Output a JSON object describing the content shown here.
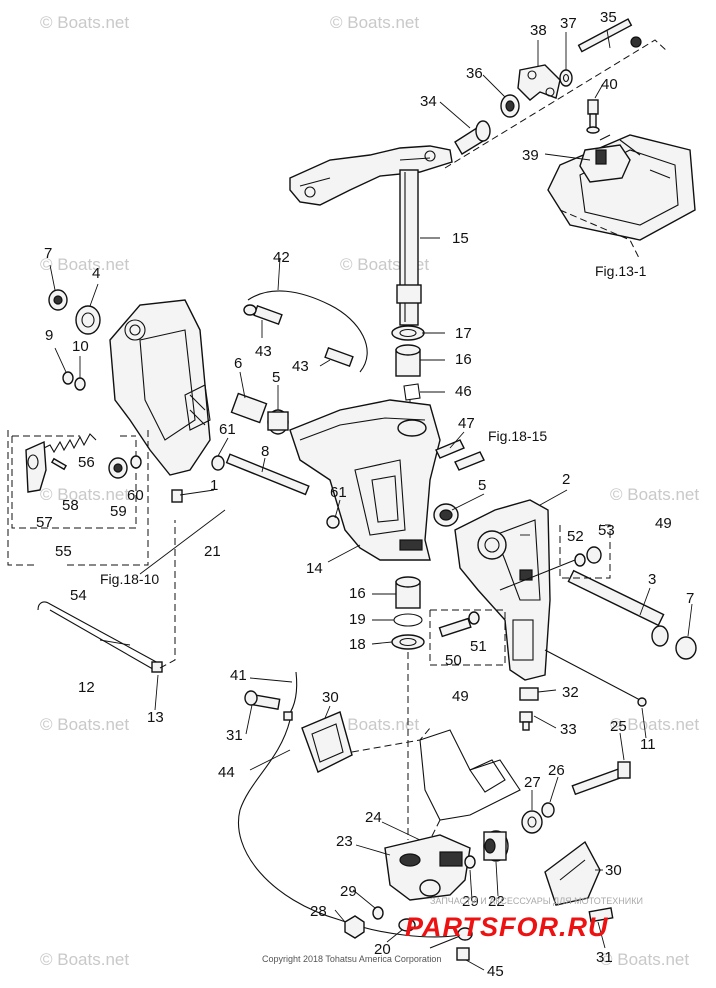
{
  "watermark": "© Boats.net",
  "copyright": "Copyright 2018 Tohatsu America Corporation",
  "brand": {
    "logo": "PARTSFOR.RU",
    "tagline": "ЗАПЧАСТИ И АКСЕССУАРЫ ДЛЯ МОТОТЕХНИКИ",
    "accent_color": "#e11111"
  },
  "references": {
    "fig_13_1": "Fig.13-1",
    "fig_18_15": "Fig.18-15",
    "fig_18_10": "Fig.18-10"
  },
  "labels": {
    "p1": "1",
    "p2": "2",
    "p3": "3",
    "p4": "4",
    "p5a": "5",
    "p5b": "5",
    "p6": "6",
    "p7a": "7",
    "p7b": "7",
    "p8": "8",
    "p9": "9",
    "p10": "10",
    "p11": "11",
    "p12": "12",
    "p13": "13",
    "p14": "14",
    "p15": "15",
    "p16a": "16",
    "p16b": "16",
    "p17": "17",
    "p18": "18",
    "p19": "19",
    "p20": "20",
    "p21": "21",
    "p22": "22",
    "p23": "23",
    "p24": "24",
    "p25": "25",
    "p26": "26",
    "p27": "27",
    "p28": "28",
    "p29a": "29",
    "p29b": "29",
    "p30a": "30",
    "p30b": "30",
    "p31a": "31",
    "p31b": "31",
    "p32": "32",
    "p33": "33",
    "p34": "34",
    "p35": "35",
    "p36": "36",
    "p37": "37",
    "p38": "38",
    "p39": "39",
    "p40": "40",
    "p41": "41",
    "p42": "42",
    "p43a": "43",
    "p43b": "43",
    "p44": "44",
    "p45": "45",
    "p46": "46",
    "p47": "47",
    "p49a": "49",
    "p49b": "49",
    "p50": "50",
    "p51": "51",
    "p52": "52",
    "p53": "53",
    "p54": "54",
    "p55": "55",
    "p56": "56",
    "p57": "57",
    "p58": "58",
    "p59": "59",
    "p60": "60",
    "p61a": "61",
    "p61b": "61"
  }
}
